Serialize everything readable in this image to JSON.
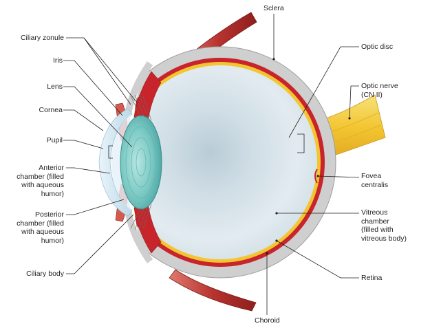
{
  "labels": {
    "sclera": "Sclera",
    "optic_disc": "Optic disc",
    "optic_nerve": "Optic nerve\n(CN II)",
    "fovea": "Fovea\ncentralis",
    "vitreous": "Vitreous\nchamber\n(filled with\nvitreous body)",
    "retina": "Retina",
    "choroid": "Choroid",
    "ciliary_zonule": "Ciliary zonule",
    "iris": "Iris",
    "lens": "Lens",
    "cornea": "Cornea",
    "pupil": "Pupil",
    "anterior": "Anterior\nchamber (filled\nwith aqueous\nhumor)",
    "posterior": "Posterior\nchamber (filled\nwith aqueous\nhumor)",
    "ciliary_body": "Ciliary body"
  },
  "colors": {
    "sclera": "#cfcfcf",
    "choroid": "#c8242b",
    "retina": "#f3c531",
    "vitreous": "#d6e3ea",
    "lens": "#7cc9c4",
    "cornea": "#cfe8f3",
    "muscle": "#b8332f",
    "leader_line": "#231f20"
  }
}
